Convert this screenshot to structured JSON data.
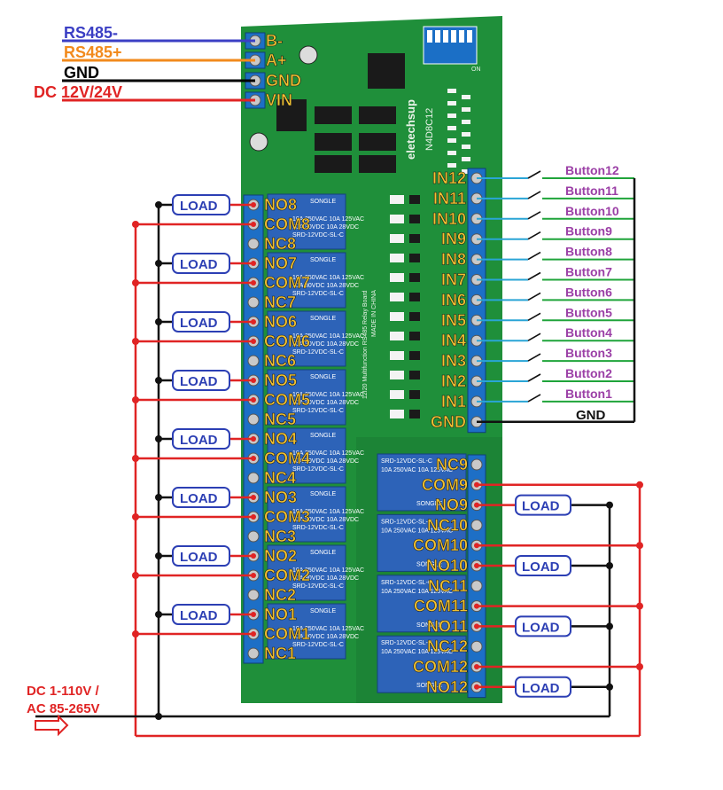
{
  "power_labels": {
    "rs485_minus": "RS485-",
    "rs485_plus": "RS485+",
    "gnd": "GND",
    "dc": "DC 12V/24V"
  },
  "power_pins": [
    "B-",
    "A+",
    "GND",
    "VIN"
  ],
  "board": {
    "brand": "eletechsup",
    "model": "N4D8C12",
    "title": "12I20 Multifunction RS485 Relay Board",
    "made_in": "MADE IN CHINA",
    "dip_on": "ON"
  },
  "relay_pins_left": [
    "NO8",
    "COM8",
    "NC8",
    "NO7",
    "COM7",
    "NC7",
    "NO6",
    "COM6",
    "NC6",
    "NO5",
    "COM5",
    "NC5",
    "NO4",
    "COM4",
    "NC4",
    "NO3",
    "COM3",
    "NC3",
    "NO2",
    "COM2",
    "NC2",
    "NO1",
    "COM1",
    "NC1"
  ],
  "relay_pins_right": [
    "NC9",
    "COM9",
    "NO9",
    "NC10",
    "COM10",
    "NO10",
    "NC11",
    "COM11",
    "NO11",
    "NC12",
    "COM12",
    "NO12"
  ],
  "input_pins": [
    "IN12",
    "IN11",
    "IN10",
    "IN9",
    "IN8",
    "IN7",
    "IN6",
    "IN5",
    "IN4",
    "IN3",
    "IN2",
    "IN1",
    "GND"
  ],
  "buttons": [
    "Button12",
    "Button11",
    "Button10",
    "Button9",
    "Button8",
    "Button7",
    "Button6",
    "Button5",
    "Button4",
    "Button3",
    "Button2",
    "Button1"
  ],
  "button_gnd": "GND",
  "load_label": "LOAD",
  "relay_brand": "SONGLE",
  "relay_rating": [
    "10A 250VAC  10A 125VAC",
    "10A 30VDC   10A 28VDC",
    "SRD-12VDC-SL-C"
  ],
  "ac_label": [
    "DC 1-110V /",
    "AC 85-265V"
  ],
  "colors": {
    "board": "#1f8f3a",
    "relay": "#2d63b8",
    "terminal": "#1d6fc6",
    "pin_text": "#f2c230",
    "red_wire": "#e02424",
    "blue_wire": "#2aa5d6",
    "green_wire": "#1fa43a",
    "purple": "#9b3fa6",
    "load": "#2c3fb4",
    "rs485_minus": "#3b3fc4",
    "rs485_plus": "#f28a1c"
  }
}
